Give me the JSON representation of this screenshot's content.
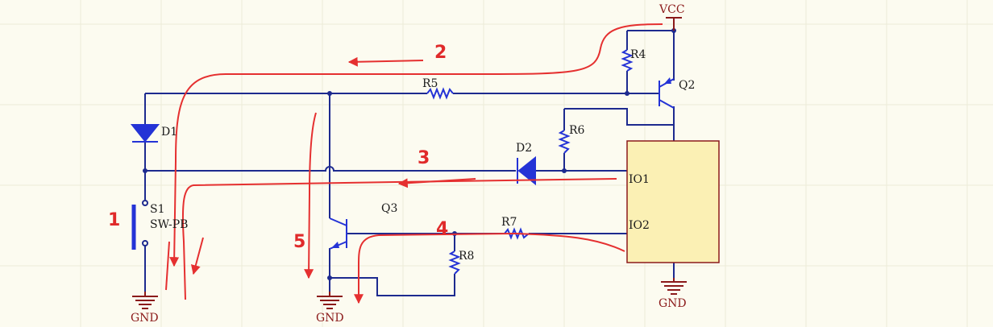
{
  "labels": {
    "vcc": "VCC",
    "gnd": "GND",
    "r4": "R4",
    "r5": "R5",
    "r6": "R6",
    "r7": "R7",
    "r8": "R8",
    "q2": "Q2",
    "q3": "Q3",
    "d1": "D1",
    "d2": "D2",
    "s1": "S1",
    "sw": "SW-PB",
    "io1": "IO1",
    "io2": "IO2"
  },
  "steps": [
    "1",
    "2",
    "3",
    "4",
    "5"
  ],
  "colors": {
    "background": "#fcfbf0",
    "wire": "#1d2a8f",
    "component": "#2433d6",
    "ground": "#8b1a1a",
    "annotation": "#e53030",
    "ic_fill": "#fbf0b4"
  }
}
